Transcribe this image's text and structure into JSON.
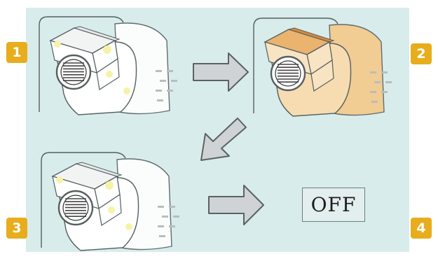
{
  "steps": [
    {
      "number": "1",
      "state": "normal"
    },
    {
      "number": "2",
      "state": "heating"
    },
    {
      "number": "3",
      "state": "normal"
    },
    {
      "number": "4",
      "state": "off"
    }
  ],
  "off_label": "OFF",
  "colors": {
    "background": "#d9ecec",
    "badge": "#e8ad1c",
    "heat": "#f4c98a",
    "outline": "#555f60",
    "arrow_fill": "#cfd3d6"
  },
  "arrows": [
    {
      "name": "arrow-step1-to-step2",
      "direction": "right"
    },
    {
      "name": "arrow-step2-to-step3",
      "direction": "down-left"
    },
    {
      "name": "arrow-step3-to-step4",
      "direction": "right"
    }
  ]
}
